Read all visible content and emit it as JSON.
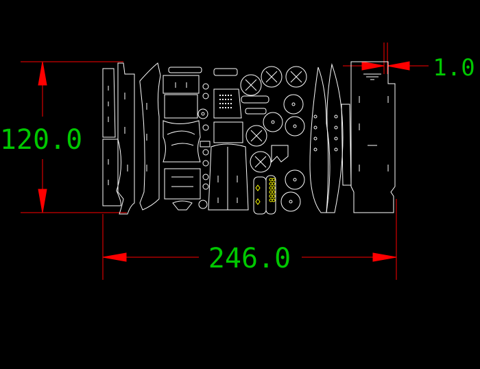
{
  "colors": {
    "background": "#000000",
    "dimension_line": "#ff0000",
    "dimension_text": "#00c800",
    "part_outline": "#ffffff",
    "highlight": "#ffff00"
  },
  "dimensions": {
    "height_label": "120.0",
    "width_label": "246.0",
    "thickness_label": "1.0"
  }
}
